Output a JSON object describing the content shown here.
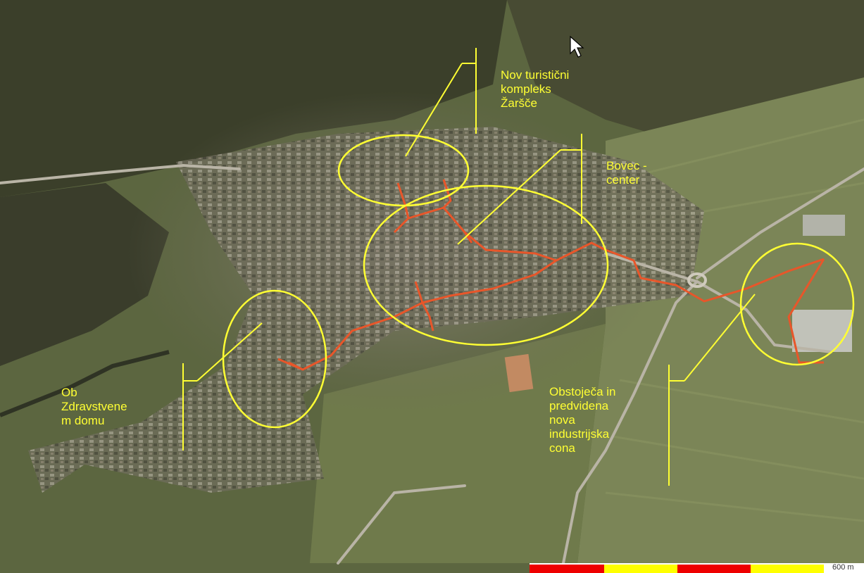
{
  "labels": {
    "tourist_complex": "Nov turistični\nkompleks\nŽaršče",
    "center": "Bovec -\ncenter",
    "health_home": "Ob\nZdravstvene\nm domu",
    "industrial": "Obstoječa in\npredvidena\nnova\nindustrijska\ncona"
  },
  "scale": {
    "text": "600 m"
  },
  "colors": {
    "annotation": "#ffff33",
    "network": "#e8562a",
    "scale_red": "#ee0000",
    "scale_yellow": "#ffff00"
  }
}
